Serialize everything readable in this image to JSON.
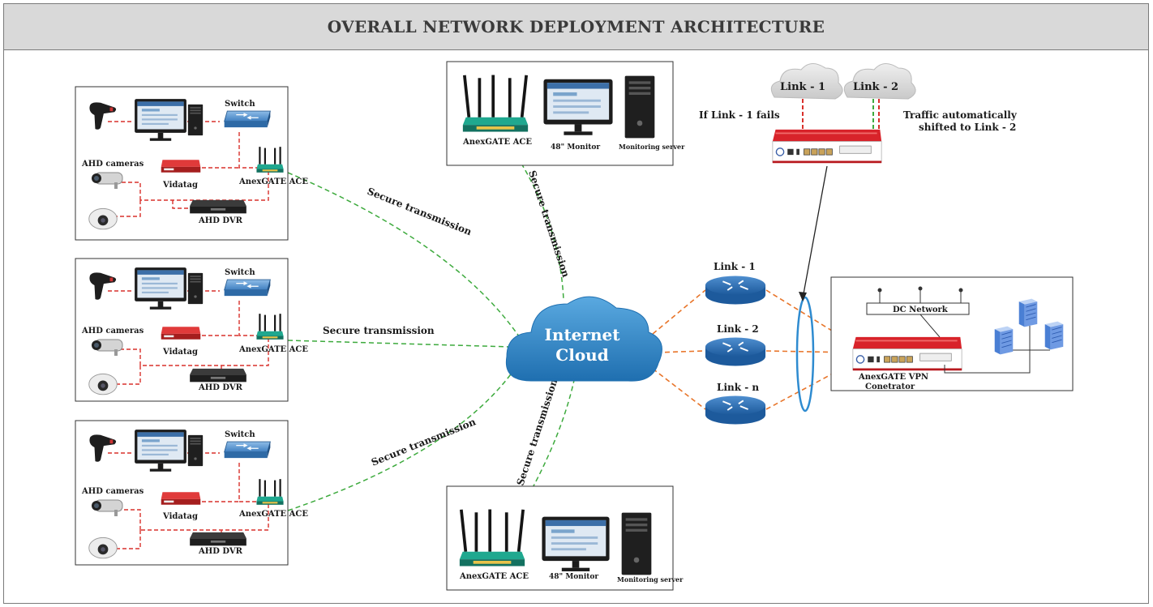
{
  "title": "OVERALL NETWORK DEPLOYMENT ARCHITECTURE",
  "branches": [
    {
      "switch": "Switch",
      "cameras": "AHD cameras",
      "vidatag": "Vidatag",
      "router": "AnexGATE ACE",
      "dvr": "AHD DVR",
      "link": "Secure transmission"
    },
    {
      "switch": "Switch",
      "cameras": "AHD cameras",
      "vidatag": "Vidatag",
      "router": "AnexGATE ACE",
      "dvr": "AHD DVR",
      "link": "Secure transmission"
    },
    {
      "switch": "Switch",
      "cameras": "AHD cameras",
      "vidatag": "Vidatag",
      "router": "AnexGATE ACE",
      "dvr": "AHD DVR",
      "link": "Secure transmission"
    }
  ],
  "monitoring": [
    {
      "router": "AnexGATE ACE",
      "monitor": "48\" Monitor",
      "server": "Monitoring server",
      "link": "Secure transmission"
    },
    {
      "router": "AnexGATE ACE",
      "monitor": "48\" Monitor",
      "server": "Monitoring server",
      "link": "Secure transmission"
    }
  ],
  "cloud": {
    "line1": "Internet",
    "line2": "Cloud"
  },
  "isp_links": [
    "Link - 1",
    "Link - 2",
    "Link - n"
  ],
  "failover": {
    "cloud1": "Link - 1",
    "cloud2": "Link - 2",
    "fail_note": "If Link - 1 fails",
    "shift_line1": "Traffic automatically",
    "shift_line2": "shifted to Link - 2"
  },
  "datacenter": {
    "network": "DC Network",
    "concentrator_line1": "AnexGATE VPN",
    "concentrator_line2": "Conetrator"
  },
  "colors": {
    "secure_link": "#3daa3d",
    "lan_link": "#d9302b",
    "isp_link": "#e8752a",
    "bundle": "#2e8bd0",
    "cloud_fill": "#2f86c8",
    "router_fill": "#2a6fb5",
    "appliance_red": "#d8232a",
    "router_green": "#17a085"
  }
}
